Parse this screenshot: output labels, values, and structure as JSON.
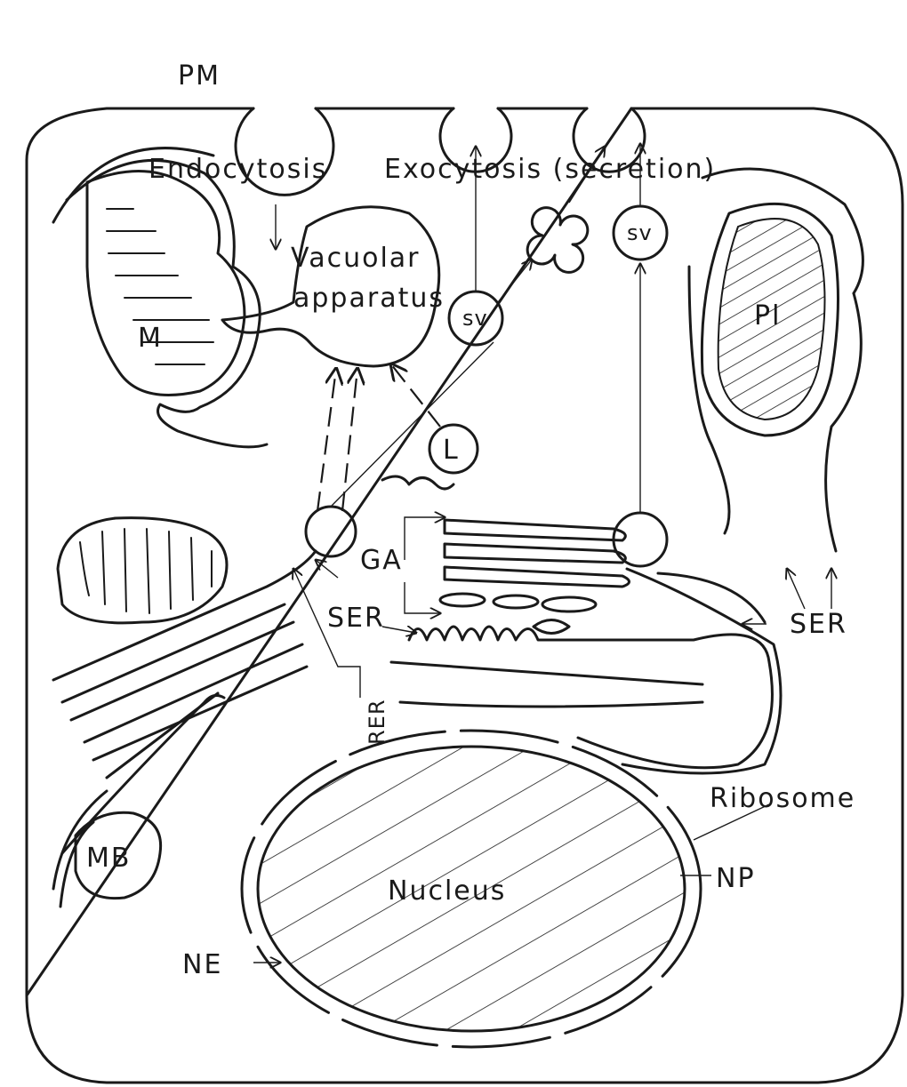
{
  "diagram": {
    "labels": {
      "pm": "PM",
      "endocytosis": "Endocytosis",
      "exocytosis": "Exocytosis (secretion)",
      "vacuolar_line1": "Vacuolar",
      "vacuolar_line2": "apparatus",
      "sv": "sv",
      "m": "M",
      "pl": "Pl",
      "l": "L",
      "ga": "GA",
      "ser": "SER",
      "rer": "RER",
      "ribosome": "Ribosome",
      "nucleus": "Nucleus",
      "np": "NP",
      "ne": "NE",
      "mb": "MB"
    }
  }
}
